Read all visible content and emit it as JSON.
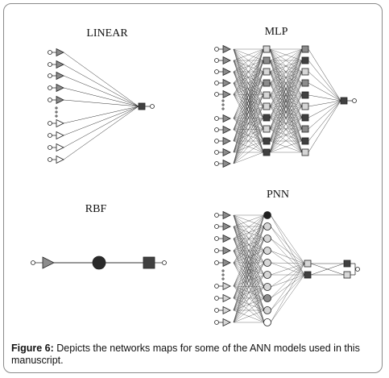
{
  "panels": {
    "linear": {
      "title": "LINEAR"
    },
    "mlp": {
      "title": "MLP"
    },
    "rbf": {
      "title": "RBF"
    },
    "pnn": {
      "title": "PNN"
    }
  },
  "caption": {
    "label": "Figure 6:",
    "text": " Depicts the networks maps for some of the ANN models used in this manuscript."
  },
  "colors": {
    "dark": "#404040",
    "mid": "#8c8c8c",
    "light": "#d6d6d6",
    "line": "#333333"
  }
}
